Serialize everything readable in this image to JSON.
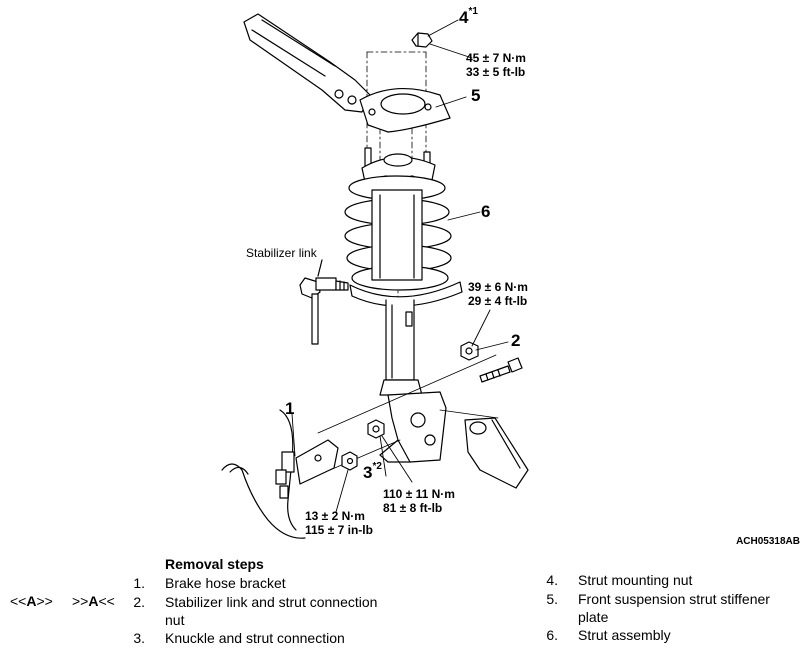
{
  "callouts": {
    "c1": "1",
    "c2": "2",
    "c3": "3",
    "c3_note": "*2",
    "c4": "4",
    "c4_note": "*1",
    "c5": "5",
    "c6": "6"
  },
  "torques": {
    "nut4": [
      "45 ± 7 N·m",
      "33 ± 5 ft-lb"
    ],
    "nut2": [
      "39 ± 6 N·m",
      "29 ± 4 ft-lb"
    ],
    "nut3": [
      "110 ± 11 N·m",
      "81 ± 8 ft-lb"
    ],
    "bracket1": [
      "13 ± 2 N·m",
      "115 ± 7 in-lb"
    ]
  },
  "labels": {
    "stabilizer_link": "Stabilizer link",
    "figure_id": "ACH05318AB"
  },
  "removal": {
    "title": "Removal steps",
    "marker_left": "<<",
    "marker_left_bold": "A",
    "marker_left_end": ">>",
    "marker_right": ">>",
    "marker_right_bold": "A",
    "marker_right_end": "<<",
    "steps": [
      {
        "num": "1.",
        "text": "Brake hose bracket"
      },
      {
        "num": "2.",
        "text": "Stabilizer link and strut connection"
      },
      {
        "num": "",
        "text": "nut"
      },
      {
        "num": "3.",
        "text": "Knuckle and strut connection"
      },
      {
        "num": "4.",
        "text": "Strut mounting nut"
      },
      {
        "num": "5.",
        "text": "Front suspension strut stiffener"
      },
      {
        "num": "",
        "text": "plate"
      },
      {
        "num": "6.",
        "text": "Strut assembly"
      }
    ]
  }
}
